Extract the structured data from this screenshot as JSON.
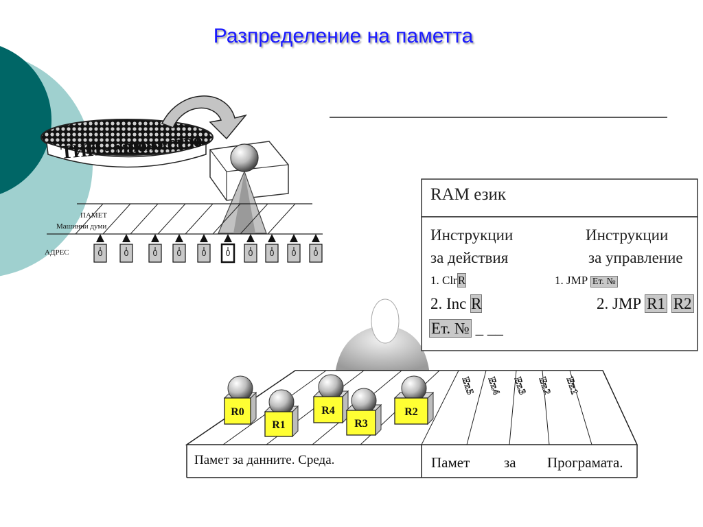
{
  "slide": {
    "title": "Разпределение на паметта",
    "accent_color": "#006666",
    "accent_light": "#9fd0cf",
    "title_color": "#1a1aff"
  },
  "left_diagram": {
    "set_label": "ТИП - множество",
    "memory_label": "ПАМЕТ",
    "words_label": "Машинни думи",
    "address_label": "АДРЕС",
    "address_symbols": [
      "0",
      "0",
      "0",
      "0",
      "0",
      "0",
      "0",
      "0",
      "0",
      "0"
    ]
  },
  "ram_box": {
    "title": "RAM език",
    "col1_line1": "Инструкции",
    "col1_line2": "за действия",
    "col2_line1": "Инструкции",
    "col2_line2": "за управление",
    "a1_prefix": "1. Clr",
    "a1_box": "R",
    "a2_prefix": "2. Inc",
    "a2_box": "R",
    "a3_box": "Ет. №",
    "a3_suffix": "_ __",
    "c1_prefix": "1.  JMP",
    "c1_box": "Ет. №",
    "c2_prefix": "2.  JMP",
    "c2_box1": "R1",
    "c2_box2": "R2"
  },
  "table": {
    "registers": [
      "R0",
      "R1",
      "R4",
      "R3",
      "R2"
    ],
    "steps": [
      "Ет.5",
      "Ет.4",
      "Ет.3",
      "Ет.2",
      "Ет.1"
    ],
    "data_label": "Памет за данните. Среда.",
    "prog_label_1": "Памет",
    "prog_label_2": "за",
    "prog_label_3": "Програмата.",
    "register_color": "#ffff33"
  }
}
